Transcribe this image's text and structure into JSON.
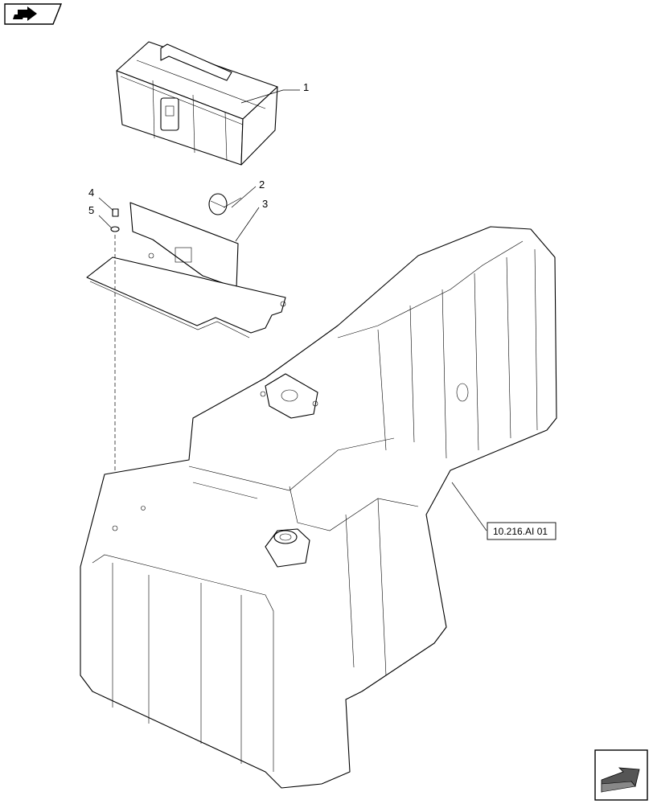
{
  "callouts": [
    {
      "id": "1",
      "label": "1"
    },
    {
      "id": "2",
      "label": "2"
    },
    {
      "id": "3",
      "label": "3"
    },
    {
      "id": "4",
      "label": "4"
    },
    {
      "id": "5",
      "label": "5"
    }
  ],
  "reference": {
    "label": "10.216.AI 01"
  },
  "icons": {
    "top_left": "previous-page-arrow-icon",
    "bottom_right": "next-page-arrow-icon"
  },
  "colors": {
    "line": "#000000",
    "background": "#ffffff",
    "icon_fill": "#555555"
  }
}
